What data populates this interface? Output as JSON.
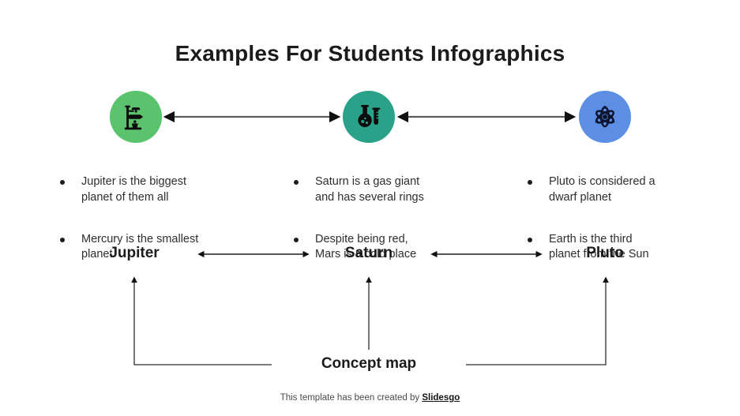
{
  "title": "Examples For Students Infographics",
  "nodes": [
    {
      "icon": "lab-stand-icon",
      "color": "#5BC36E",
      "label": "Jupiter",
      "bullets": [
        "Jupiter is the biggest\nplanet of them all",
        "Mercury is the smallest\nplanet"
      ]
    },
    {
      "icon": "flask-icon",
      "color": "#2AA189",
      "label": "Saturn",
      "bullets": [
        "Saturn is a gas giant\nand has several rings",
        "Despite being red,\nMars is a cold place"
      ]
    },
    {
      "icon": "atom-icon",
      "color": "#5C8FE4",
      "label": "Pluto",
      "bullets": [
        "Pluto is considered a\ndwarf planet",
        "Earth is the third\nplanet from the Sun"
      ]
    }
  ],
  "concept_label": "Concept map",
  "footer": {
    "text": "This template has been created by ",
    "brand": "Slidesgo"
  },
  "colors": {
    "arrow_line": "#5a5a5a",
    "connector_line": "#2e2e2e",
    "text": "#2e2e2e",
    "title": "#1b1b1b"
  }
}
